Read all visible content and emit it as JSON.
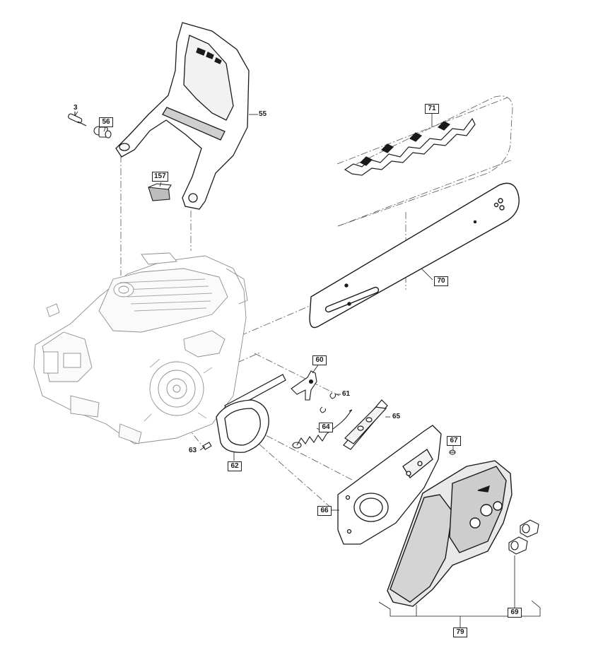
{
  "diagram": {
    "part_labels": {
      "p3": "3",
      "p56": "56",
      "p55": "55",
      "p157": "157",
      "p71": "71",
      "p70": "70",
      "p60": "60",
      "p61": "61",
      "p65": "65",
      "p64": "64",
      "p63": "63",
      "p62": "62",
      "p67": "67",
      "p66": "66",
      "p69": "69",
      "p79": "79"
    },
    "colors": {
      "line": "#1a1a1a",
      "ghost": "#9a9a9a",
      "dash": "#555555",
      "cover_fill": "#e9e9e9"
    }
  }
}
